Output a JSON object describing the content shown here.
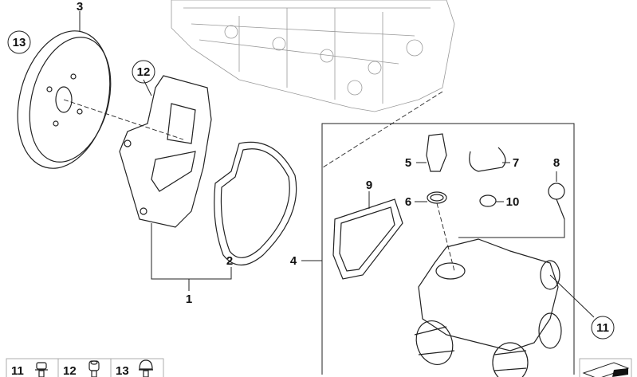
{
  "diagram": {
    "callouts": {
      "c1": "1",
      "c2": "2",
      "c3": "3",
      "c4": "4",
      "c5": "5",
      "c6": "6",
      "c7": "7",
      "c8": "8",
      "c9": "9",
      "c10": "10",
      "c11": "11",
      "c12": "12",
      "c13": "13"
    },
    "legend": [
      {
        "number": "11",
        "icon": "flange-bolt-icon"
      },
      {
        "number": "12",
        "icon": "socket-head-bolt-icon"
      },
      {
        "number": "13",
        "icon": "hex-bolt-icon"
      }
    ],
    "corner_icon": "arrow-direction-icon"
  }
}
